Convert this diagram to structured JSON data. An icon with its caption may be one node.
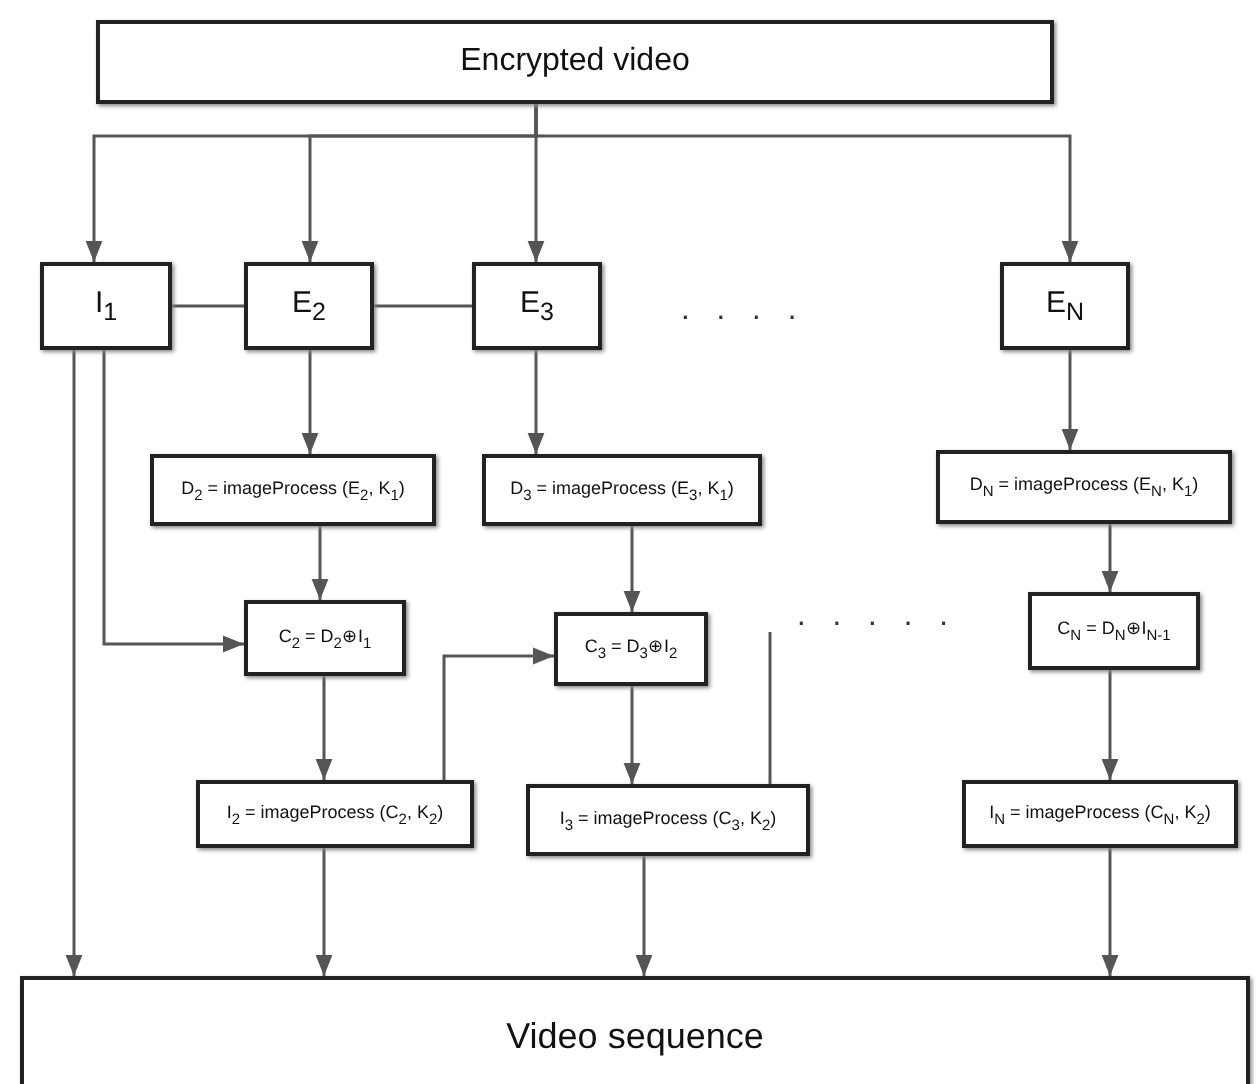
{
  "diagram": {
    "nodes": [
      {
        "text": [
          "Encrypted video"
        ]
      },
      {
        "text": [
          "I$_{1}$"
        ]
      },
      {
        "text": [
          "E$_{2}$"
        ]
      },
      {
        "text": [
          "E$_{3}$"
        ]
      },
      {
        "text": [
          "E$_{N}$"
        ]
      },
      {
        "text": [
          "D$_{2}$ = imageProcess (E$_{2}$, K$_{1}$)"
        ]
      },
      {
        "text": [
          "D$_{3}$ = imageProcess (E$_{3}$, K$_{1}$)"
        ]
      },
      {
        "text": [
          "D$_{N}$ = imageProcess (E$_{N}$, K$_{1}$)"
        ]
      },
      {
        "text": [
          "C$_{2}$ = D$_{2}$⊕I$_{1}$"
        ]
      },
      {
        "text": [
          "C$_{3}$ = D$_{3}$⊕I$_{2}$"
        ]
      },
      {
        "text": [
          "C$_{N}$ = D$_{N}$⊕I$_{N-1}$"
        ]
      },
      {
        "text": [
          "I$_{2}$ = imageProcess (C$_{2}$, K$_{2}$)"
        ]
      },
      {
        "text": [
          "I$_{3}$ = imageProcess (C$_{3}$, K$_{2}$)"
        ]
      },
      {
        "text": [
          "I$_{N}$ = imageProcess (C$_{N}$, K$_{2}$)"
        ]
      },
      {
        "text": [
          "Video sequence"
        ]
      }
    ],
    "edges": [
      {
        "from": 0,
        "to": 1,
        "arrow": "to"
      },
      {
        "from": 0,
        "to": 2,
        "arrow": "to"
      },
      {
        "from": 0,
        "to": 3,
        "arrow": "to"
      },
      {
        "from": 0,
        "to": 4,
        "arrow": "to"
      },
      {
        "from": 1,
        "to": 2,
        "arrow": "none"
      },
      {
        "from": 2,
        "to": 3,
        "arrow": "none"
      },
      {
        "from": 2,
        "to": 5,
        "arrow": "to"
      },
      {
        "from": 3,
        "to": 6,
        "arrow": "to"
      },
      {
        "from": 4,
        "to": 7,
        "arrow": "to"
      },
      {
        "from": 1,
        "to": 8,
        "arrow": "to"
      },
      {
        "from": 1,
        "to": 14,
        "arrow": "to"
      },
      {
        "from": 5,
        "to": 8,
        "arrow": "to"
      },
      {
        "from": 6,
        "to": 9,
        "arrow": "to"
      },
      {
        "from": 7,
        "to": 10,
        "arrow": "to"
      },
      {
        "from": 8,
        "to": 11,
        "arrow": "to"
      },
      {
        "from": 9,
        "to": 12,
        "arrow": "to"
      },
      {
        "from": 10,
        "to": 13,
        "arrow": "to"
      },
      {
        "from": 11,
        "to": 9,
        "arrow": "to"
      },
      {
        "from": 12,
        "to": null,
        "arrow": "none"
      },
      {
        "from": 11,
        "to": 14,
        "arrow": "to"
      },
      {
        "from": 12,
        "to": 14,
        "arrow": "to"
      },
      {
        "from": 13,
        "to": 14,
        "arrow": "to"
      }
    ],
    "labels": [
      "· · · ·",
      "· · · · ·"
    ]
  }
}
